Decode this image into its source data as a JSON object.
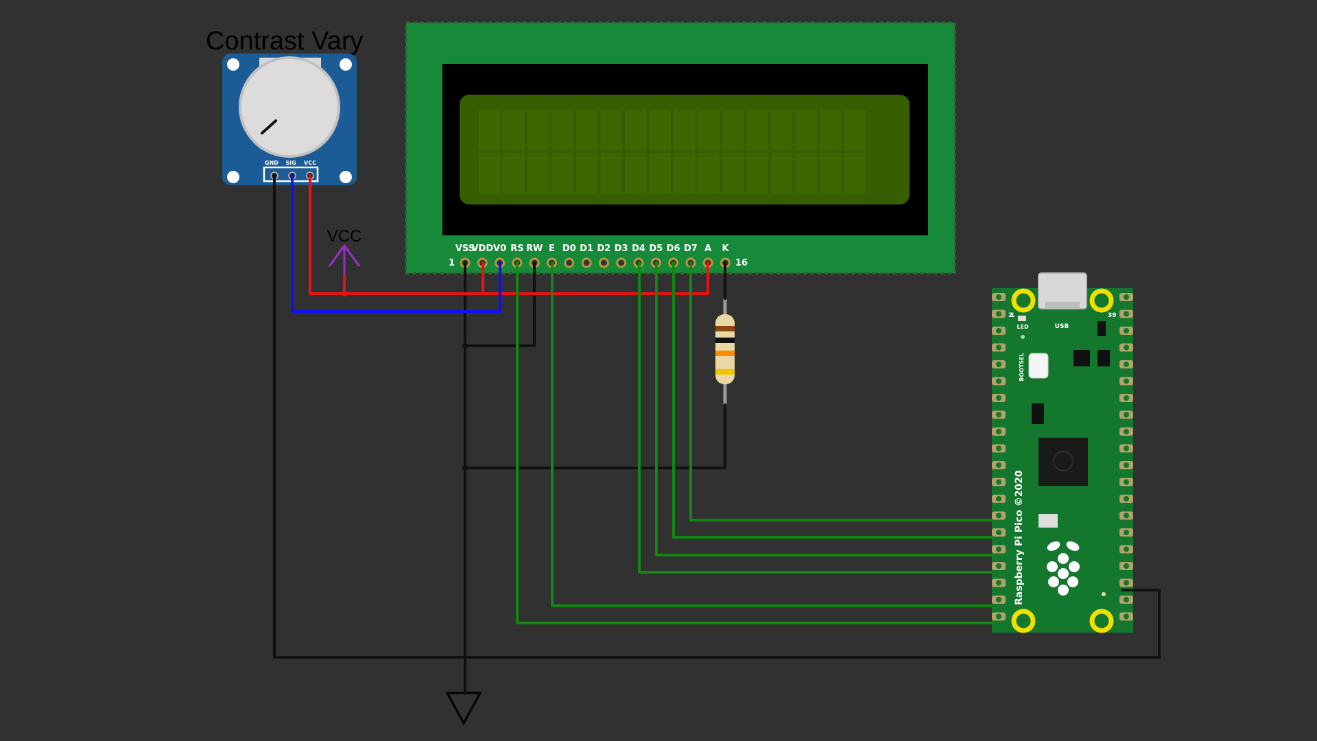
{
  "potentiometer": {
    "title": "Contrast Vary",
    "pins": [
      "GND",
      "SIG",
      "VCC"
    ]
  },
  "power": {
    "vcc_label": "VCC"
  },
  "lcd": {
    "pins": [
      "VSS",
      "VDD",
      "V0",
      "RS",
      "RW",
      "E",
      "D0",
      "D1",
      "D2",
      "D3",
      "D4",
      "D5",
      "D6",
      "D7",
      "A",
      "K"
    ],
    "first_pin_number": "1",
    "last_pin_number": "16"
  },
  "pico": {
    "board_text": "Raspberry Pi Pico ©2020",
    "usb_label": "USB",
    "led_label": "LED",
    "bootsel_label": "BOOTSEL",
    "pin_1": "1",
    "pin_2": "2",
    "pin_39": "39"
  },
  "colors": {
    "background": "#313131",
    "lcd_pcb": "#178a3a",
    "lcd_screen": "#375e00",
    "pot_pcb": "#1b5b96",
    "pico_pcb": "#13772e",
    "wire_black": "#111111",
    "wire_red": "#ee1111",
    "wire_blue": "#1111ee",
    "wire_green": "#118811",
    "vcc_symbol": "#9b30c8"
  }
}
